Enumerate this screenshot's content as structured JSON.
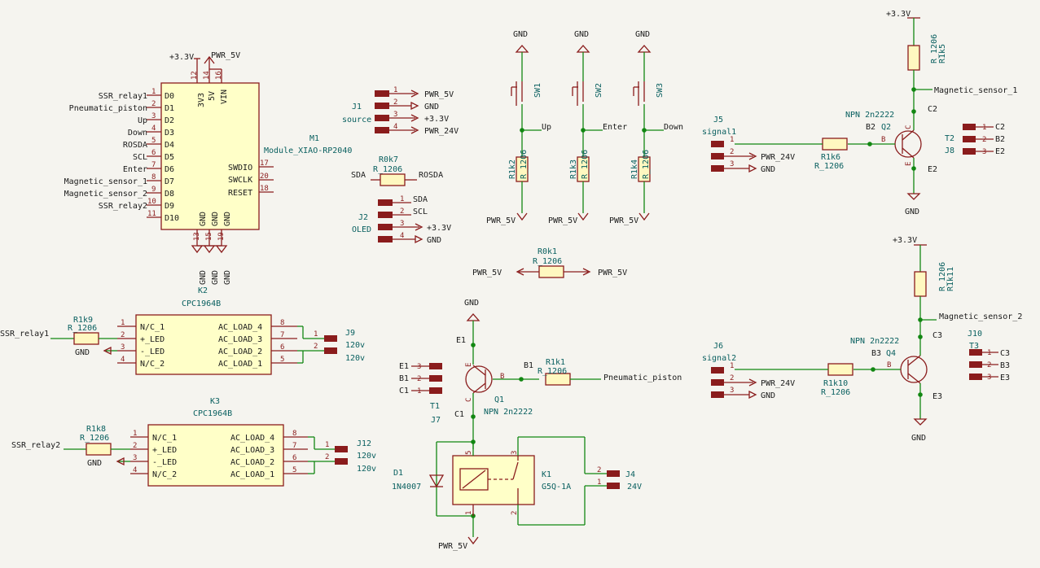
{
  "m1": {
    "ref": "M1",
    "value": "Module_XIAO-RP2040",
    "power_labels": [
      "+3.3V",
      "PWR_5V"
    ],
    "top_pin_numbers": [
      "12",
      "14",
      "16"
    ],
    "top_pin_names": [
      "3V3",
      "5V",
      "VIN"
    ],
    "bottom_pin_numbers": [
      "13",
      "15",
      "19"
    ],
    "bottom_pin_names": [
      "GND",
      "GND",
      "GND"
    ],
    "bottom_power_labels": [
      "GND",
      "GND",
      "GND"
    ],
    "left_pins": [
      {
        "net": "SSR_relay1",
        "num": "1",
        "name": "D0"
      },
      {
        "net": "Pneumatic_piston",
        "num": "2",
        "name": "D1"
      },
      {
        "net": "Up",
        "num": "3",
        "name": "D2"
      },
      {
        "net": "Down",
        "num": "4",
        "name": "D3"
      },
      {
        "net": "ROSDA",
        "num": "5",
        "name": "D4"
      },
      {
        "net": "SCL",
        "num": "6",
        "name": "D5"
      },
      {
        "net": "Enter",
        "num": "7",
        "name": "D6"
      },
      {
        "net": "Magnetic_sensor_1",
        "num": "8",
        "name": "D7"
      },
      {
        "net": "Magnetic_sensor_2",
        "num": "9",
        "name": "D8"
      },
      {
        "net": "SSR_relay2",
        "num": "10",
        "name": "D9"
      },
      {
        "net": "",
        "num": "11",
        "name": "D10"
      }
    ],
    "right_pins": [
      {
        "name": "SWDIO",
        "num": "17"
      },
      {
        "name": "SWCLK",
        "num": "20"
      },
      {
        "name": "RESET",
        "num": "18"
      }
    ]
  },
  "j1": {
    "ref": "J1",
    "value": "source",
    "pins": [
      {
        "num": "1",
        "net": "PWR_5V"
      },
      {
        "num": "2",
        "net": "GND"
      },
      {
        "num": "3",
        "net": "+3.3V"
      },
      {
        "num": "4",
        "net": "PWR_24V"
      }
    ]
  },
  "r0k7": {
    "ref": "R0k7",
    "value": "R_1206",
    "net_left": "SDA",
    "net_right": "ROSDA"
  },
  "j2": {
    "ref": "J2",
    "value": "OLED",
    "pins": [
      {
        "num": "1",
        "net": "SDA"
      },
      {
        "num": "2",
        "net": "SCL"
      },
      {
        "num": "3",
        "net": "+3.3V"
      },
      {
        "num": "4",
        "net": "GND"
      }
    ]
  },
  "sw1": {
    "gnd": "GND",
    "ref": "SW1",
    "net": "Up",
    "res_ref": "R1k2",
    "res_value": "R_1206",
    "pwr": "PWR_5V"
  },
  "sw2": {
    "gnd": "GND",
    "ref": "SW2",
    "net": "Enter",
    "res_ref": "R1k3",
    "res_value": "R_1206",
    "pwr": "PWR_5V"
  },
  "sw3": {
    "gnd": "GND",
    "ref": "SW3",
    "net": "Down",
    "res_ref": "R1k4",
    "res_value": "R_1206",
    "pwr": "PWR_5V"
  },
  "r0k1": {
    "ref": "R0k1",
    "value": "R_1206",
    "net_left": "PWR_5V",
    "net_right": "PWR_5V"
  },
  "q2c": {
    "rail": "+3.3V",
    "res_value": "R_1206",
    "res_ref": "R1k5",
    "sensor_net": "Magnetic_sensor_1",
    "c_net": "C2",
    "gnd": "GND",
    "e_net": "E2",
    "pin_c": "C",
    "pin_e": "E",
    "pin_b": "B",
    "model": "NPN 2n2222",
    "ref": "Q2",
    "b_net": "B2",
    "base_res_ref": "R1k6",
    "base_res_value": "R_1206"
  },
  "j5": {
    "ref": "J5",
    "value": "signal1",
    "pins": [
      {
        "num": "1",
        "net": ""
      },
      {
        "num": "2",
        "net": "PWR_24V"
      },
      {
        "num": "3",
        "net": "GND"
      }
    ]
  },
  "t2": {
    "ref": "T2",
    "alt_ref": "J8",
    "pins": [
      {
        "num": "1",
        "net": "C2"
      },
      {
        "num": "2",
        "net": "B2"
      },
      {
        "num": "3",
        "net": "E2"
      }
    ]
  },
  "q4c": {
    "rail": "+3.3V",
    "res_value": "R_1206",
    "res_ref": "R1k11",
    "sensor_net": "Magnetic_sensor_2",
    "c_net": "C3",
    "gnd": "GND",
    "e_net": "E3",
    "pin_b": "B",
    "model": "NPN 2n2222",
    "ref": "Q4",
    "b_net": "B3",
    "base_res_ref": "R1k10",
    "base_res_value": "R_1206"
  },
  "j6": {
    "ref": "J6",
    "value": "signal2",
    "pins": [
      {
        "num": "1",
        "net": ""
      },
      {
        "num": "2",
        "net": "PWR_24V"
      },
      {
        "num": "3",
        "net": "GND"
      }
    ]
  },
  "t3": {
    "ref": "T3",
    "alt_ref": "J10",
    "pins": [
      {
        "num": "1",
        "net": "C3"
      },
      {
        "num": "2",
        "net": "B3"
      },
      {
        "num": "3",
        "net": "E3"
      }
    ]
  },
  "k2": {
    "ref": "K2",
    "value": "CPC1964B",
    "left_pins": [
      {
        "num": "1",
        "name": "N/C_1"
      },
      {
        "num": "2",
        "name": "+_LED"
      },
      {
        "num": "3",
        "name": "-_LED"
      },
      {
        "num": "4",
        "name": "N/C_2"
      }
    ],
    "right_pins": [
      {
        "num": "8",
        "name": "AC_LOAD_4"
      },
      {
        "num": "7",
        "name": "AC_LOAD_3"
      },
      {
        "num": "6",
        "name": "AC_LOAD_2"
      },
      {
        "num": "5",
        "name": "AC_LOAD_1"
      }
    ],
    "out_pins": [
      "1",
      "2"
    ],
    "out_ref": "J9",
    "out_value_a": "120v",
    "out_value_b": "120v",
    "in_res_ref": "R1k9",
    "in_res_value": "R_1206",
    "in_net": "SSR_relay1",
    "gnd": "GND"
  },
  "k3": {
    "ref": "K3",
    "value": "CPC1964B",
    "left_pins": [
      {
        "num": "1",
        "name": "N/C_1"
      },
      {
        "num": "2",
        "name": "+_LED"
      },
      {
        "num": "3",
        "name": "-_LED"
      },
      {
        "num": "4",
        "name": "N/C_2"
      }
    ],
    "right_pins": [
      {
        "num": "8",
        "name": "AC_LOAD_4"
      },
      {
        "num": "7",
        "name": "AC_LOAD_3"
      },
      {
        "num": "6",
        "name": "AC_LOAD_2"
      },
      {
        "num": "5",
        "name": "AC_LOAD_1"
      }
    ],
    "out_pins": [
      "1",
      "2"
    ],
    "out_ref": "J12",
    "out_value_a": "120v",
    "out_value_b": "120v",
    "in_res_ref": "R1k8",
    "in_res_value": "R_1206",
    "in_net": "SSR_relay2",
    "gnd": "GND"
  },
  "q1c": {
    "gnd": "GND",
    "e_net": "E1",
    "pin_b": "B",
    "b_net": "B1",
    "base_res_ref": "R1k1",
    "base_res_value": "R_1206",
    "in_net": "Pneumatic_piston",
    "ref": "Q1",
    "model": "NPN 2n2222",
    "c_net": "C1",
    "pin_e": "E",
    "pin_c": "C"
  },
  "t1": {
    "ref": "T1",
    "alt_ref": "J7",
    "pins": [
      {
        "num": "3",
        "net": "E1"
      },
      {
        "num": "2",
        "net": "B1"
      },
      {
        "num": "1",
        "net": "C1"
      }
    ]
  },
  "k1": {
    "ref": "K1",
    "value": "G5Q-1A",
    "pins": [
      "5",
      "3",
      "1",
      "2"
    ],
    "diode_ref": "D1",
    "diode_value": "1N4007",
    "out_pins": [
      "2",
      "1"
    ],
    "out_ref": "J4",
    "out_value": "24V",
    "pwr": "PWR_5V"
  }
}
